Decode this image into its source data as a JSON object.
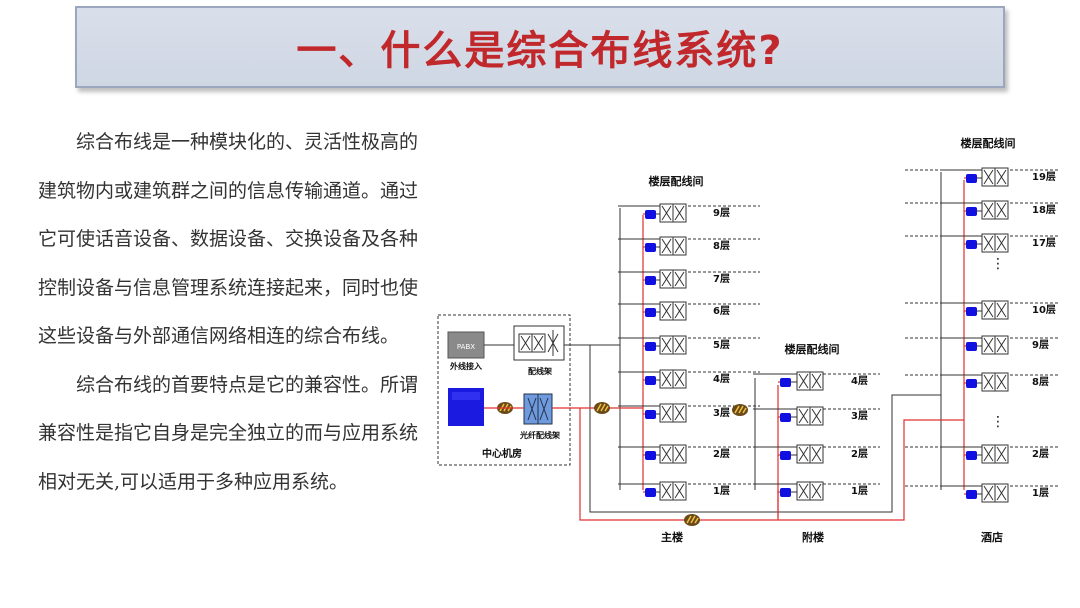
{
  "title": "一、什么是综合布线系统?",
  "paragraphs": [
    "综合布线是一种模块化的、灵活性极高的建筑物内或建筑群之间的信息传输通道。通过它可使话音设备、数据设备、交换设备及各种控制设备与信息管理系统连接起来，同时也使这些设备与外部通信网络相连的综合布线。",
    "综合布线的首要特点是它的兼容性。所谓兼容性是指它自身是完全独立的而与应用系统相对无关,可以适用于多种应用系统。"
  ],
  "diagram": {
    "center_room": {
      "label": "中心机房",
      "pabx": "PABX",
      "external_access": "外线接入",
      "patch_frame": "配线架",
      "fiber_patch_frame": "光纤配线架"
    },
    "main_building": {
      "name": "主楼",
      "closet_label": "楼层配线间",
      "floors": [
        "9层",
        "8层",
        "7层",
        "6层",
        "5层",
        "4层",
        "3层",
        "2层",
        "1层"
      ]
    },
    "annex_building": {
      "name": "附楼",
      "closet_label": "楼层配线间",
      "floors": [
        "4层",
        "3层",
        "2层",
        "1层"
      ]
    },
    "hotel": {
      "name": "酒店",
      "closet_label": "楼层配线间",
      "floors": [
        "19层",
        "18层",
        "17层",
        "⋮",
        "10层",
        "9层",
        "8层",
        "⋮",
        "2层",
        "1层"
      ]
    },
    "colors": {
      "fiber": "#e03030",
      "copper": "#404040",
      "device": "#1010e0",
      "title": "#c0282b"
    }
  }
}
